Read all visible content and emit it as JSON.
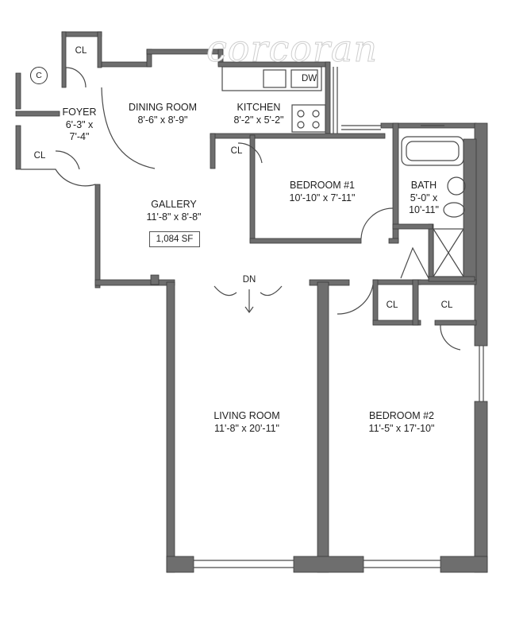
{
  "watermark": "corcoran",
  "rooms": {
    "foyer": {
      "name": "FOYER",
      "dims": "6'-3\" x\n7'-4\""
    },
    "dining_room": {
      "name": "DINING ROOM",
      "dims": "8'-6\" x 8'-9\""
    },
    "kitchen": {
      "name": "KITCHEN",
      "dims": "8'-2\" x 5'-2\""
    },
    "bedroom1": {
      "name": "BEDROOM #1",
      "dims": "10'-10\" x 7'-11\""
    },
    "bath": {
      "name": "BATH",
      "dims": "5'-0\" x\n10'-11\""
    },
    "gallery": {
      "name": "GALLERY",
      "dims": "11'-8\" x 8'-8\""
    },
    "living_room": {
      "name": "LIVING ROOM",
      "dims": "11'-8\" x 20'-11\""
    },
    "bedroom2": {
      "name": "BEDROOM #2",
      "dims": "11'-5\" x 17'-10\""
    }
  },
  "closet_label": "CL",
  "closet_c_label": "C",
  "area_label": "1,084 SF",
  "stairs_label": "DN",
  "dishwasher_label": "DW",
  "colors": {
    "wall": "#6e6e6e",
    "wall_edge": "#3a3a3a",
    "line": "#4a4a4a",
    "watermark_stroke": "#cfcfcf"
  }
}
